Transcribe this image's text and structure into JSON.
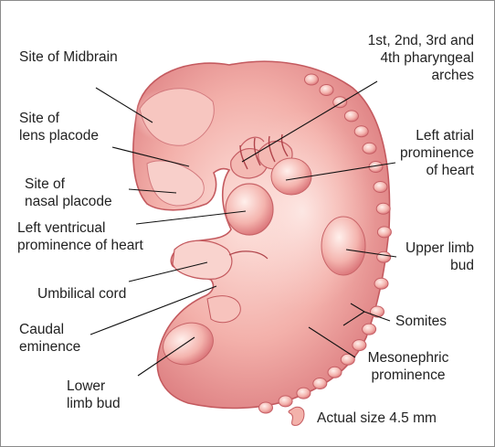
{
  "labels": {
    "midbrain": "Site of Midbrain",
    "lens_1": "Site of",
    "lens_2": "lens placode",
    "nasal_1": "Site of",
    "nasal_2": "nasal placode",
    "ventricle_1": "Left ventricual",
    "ventricle_2": "prominence of heart",
    "umbilical": "Umbilical cord",
    "caudal_1": "Caudal",
    "caudal_2": "eminence",
    "lowerlimb_1": "Lower",
    "lowerlimb_2": "limb bud",
    "arches_1": "1st, 2nd, 3rd and",
    "arches_2": "4th pharyngeal",
    "arches_3": "arches",
    "atrial_1": "Left atrial",
    "atrial_2": "prominence",
    "atrial_3": "of heart",
    "upperlimb_1": "Upper limb",
    "upperlimb_2": "bud",
    "somites": "Somites",
    "meso_1": "Mesonephric",
    "meso_2": "prominence",
    "actual_size": "Actual size 4.5 mm"
  },
  "colors": {
    "embryo_body": "#f0a5a0",
    "embryo_light": "#fbd7d2",
    "embryo_dark": "#d56e72",
    "outline": "#c45a5f",
    "leader_line": "#111111",
    "text": "#222222"
  }
}
